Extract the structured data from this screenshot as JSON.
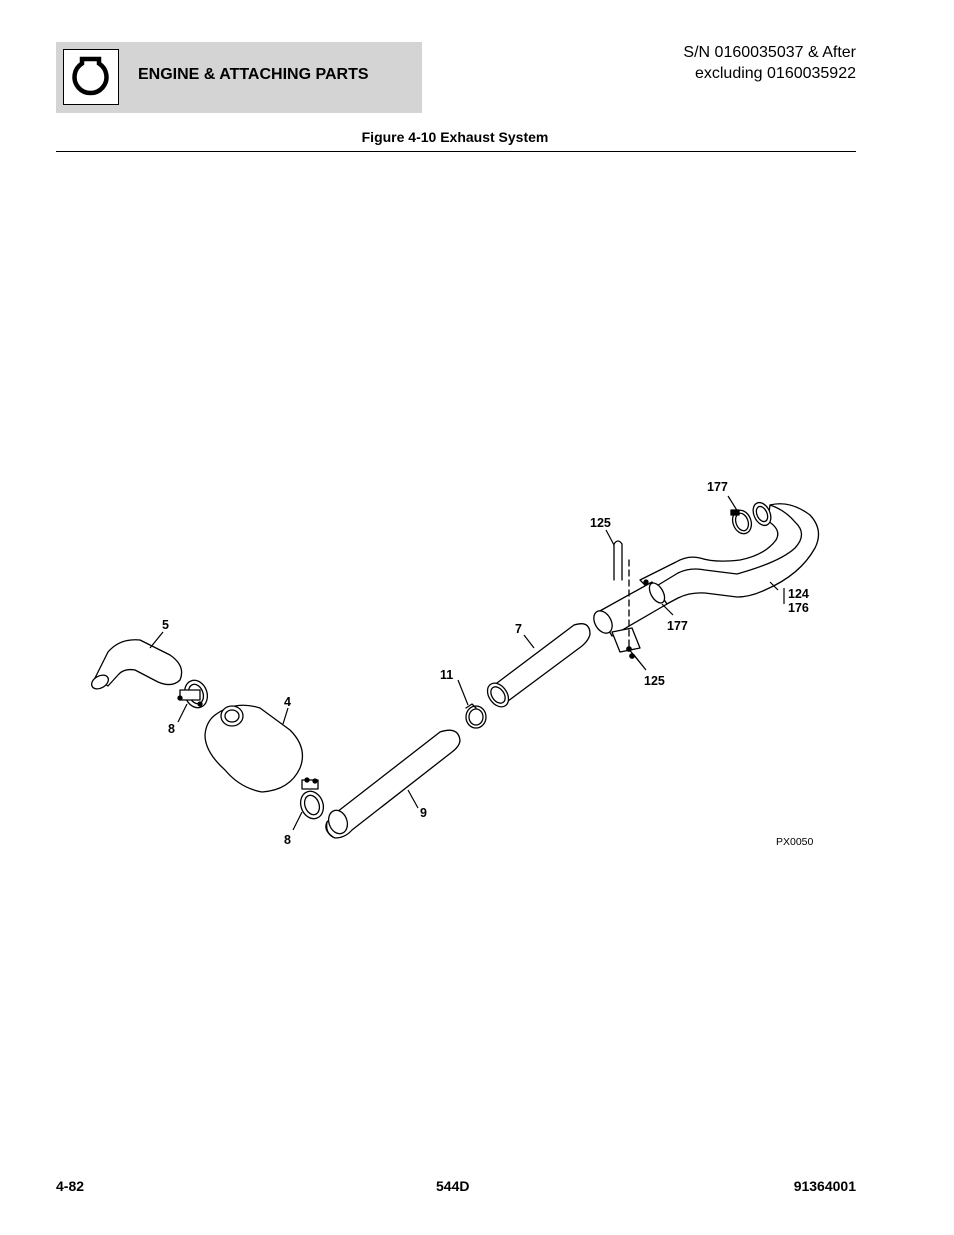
{
  "header": {
    "section_title": "ENGINE & ATTACHING PARTS",
    "sn_line1": "S/N 0160035037 & After",
    "sn_line2": "excluding 0160035922",
    "icon": "engine-icon"
  },
  "figure": {
    "title": "Figure 4-10 Exhaust System",
    "code": "PX0050",
    "callouts": {
      "c177_top": "177",
      "c125_top": "125",
      "c124": "124",
      "c176": "176",
      "c177_mid": "177",
      "c7": "7",
      "c125_bot": "125",
      "c5": "5",
      "c11": "11",
      "c4": "4",
      "c8_top": "8",
      "c9": "9",
      "c8_bot": "8"
    }
  },
  "footer": {
    "page": "4-82",
    "model": "544D",
    "doc_number": "91364001"
  }
}
